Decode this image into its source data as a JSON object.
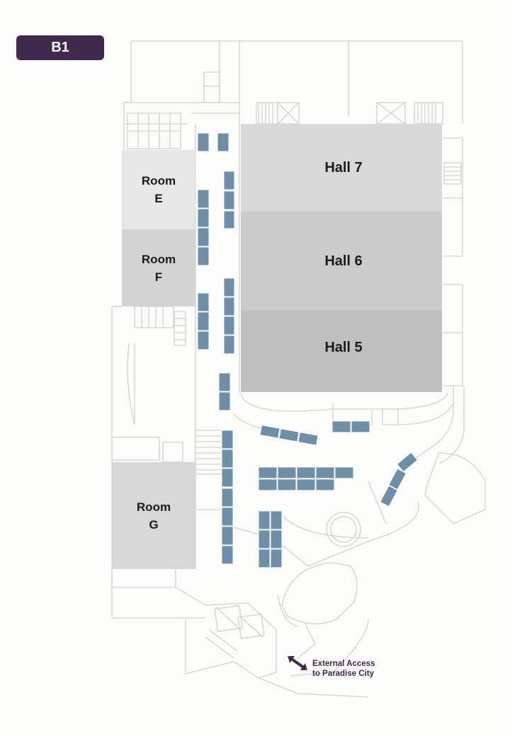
{
  "floor": {
    "label": "B1"
  },
  "colors": {
    "badge": "#3f2a4f",
    "booth": "#6f8ea8",
    "hall7": "#d9d9d9",
    "hall6": "#cbcbcb",
    "hall5": "#bfbfbf",
    "room_e": "#e6e6e6",
    "room_f": "#d3d3d3",
    "room_g": "#d7d7d7",
    "outline": "#d2d2d2",
    "accent": "#3f2a4f"
  },
  "rooms": [
    {
      "id": "room-e",
      "line1": "Room",
      "line2": "E"
    },
    {
      "id": "room-f",
      "line1": "Room",
      "line2": "F"
    },
    {
      "id": "room-g",
      "line1": "Room",
      "line2": "G"
    }
  ],
  "halls": [
    {
      "id": "hall-7",
      "label": "Hall 7"
    },
    {
      "id": "hall-6",
      "label": "Hall 6"
    },
    {
      "id": "hall-5",
      "label": "Hall 5"
    }
  ],
  "external_access": {
    "line1": "External Access",
    "line2": "to Paradise City",
    "icon": "double-arrow-icon"
  }
}
